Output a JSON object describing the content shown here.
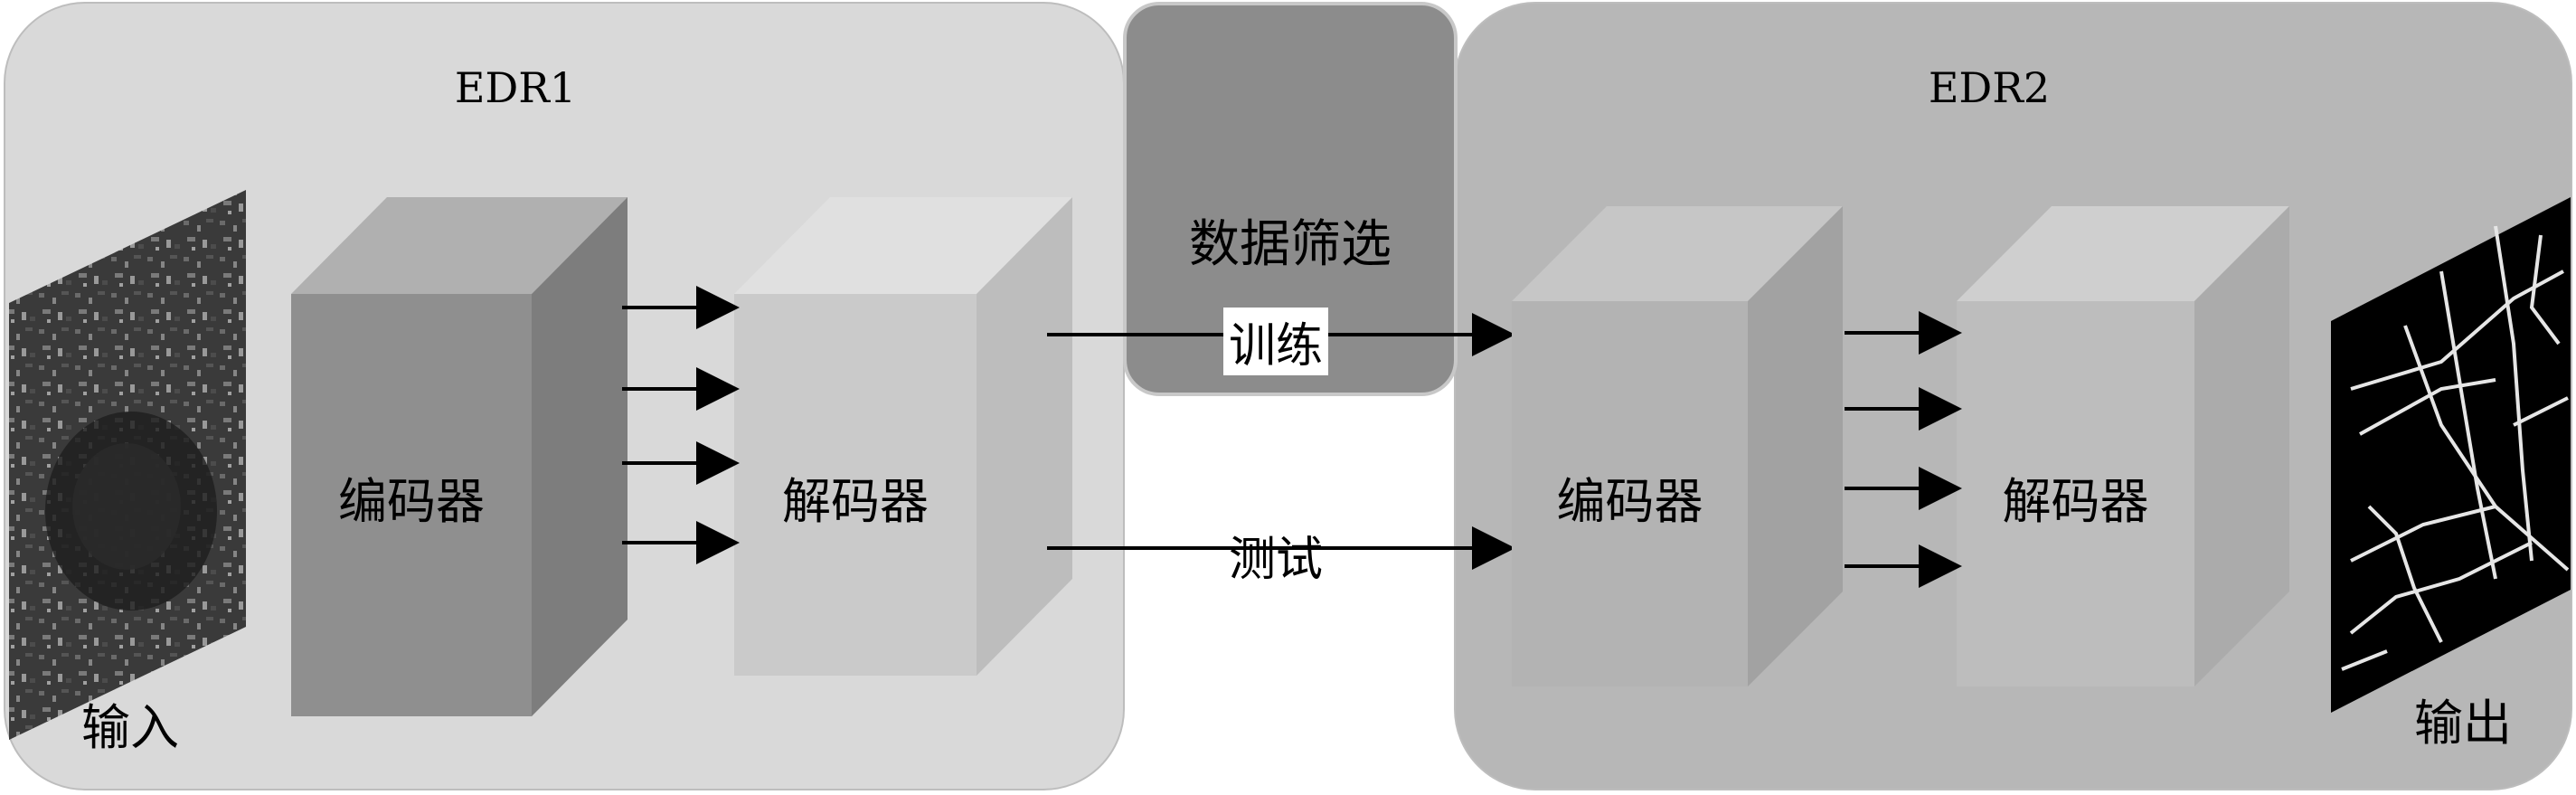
{
  "modules": {
    "edr1_title": "EDR1",
    "edr2_title": "EDR2",
    "filter_title": "数据筛选"
  },
  "blocks": {
    "edr1_encoder": "编码器",
    "edr1_decoder": "解码器",
    "edr2_encoder": "编码器",
    "edr2_decoder": "解码器"
  },
  "edges": {
    "train": "训练",
    "test": "测试"
  },
  "io": {
    "input": "输入",
    "output": "输出"
  },
  "colors": {
    "edr1_bg": "#d9d9d9",
    "edr2_bg": "#b7b7b7",
    "filter_bg": "#8c8c8c"
  }
}
